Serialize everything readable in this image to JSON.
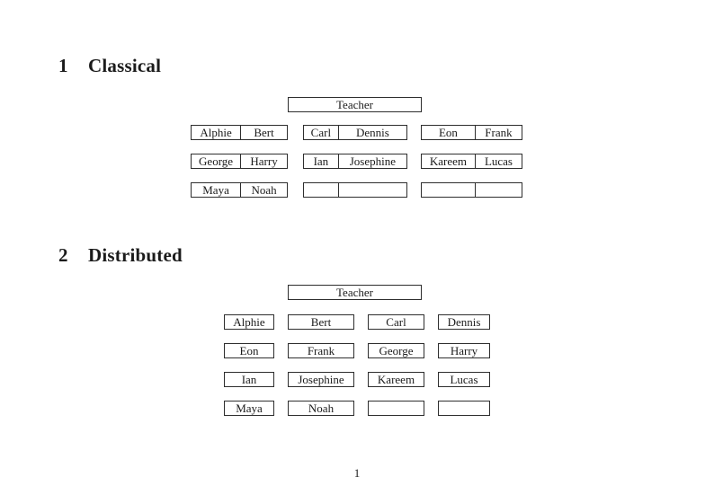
{
  "colors": {
    "text": "#1b1b1b",
    "border": "#2e2e2e",
    "background": "#ffffff"
  },
  "sections": [
    {
      "number": "1",
      "title": "Classical",
      "teacher_label": "Teacher",
      "desk_rows": [
        [
          [
            "Alphie",
            "Bert"
          ],
          [
            "Carl",
            "Dennis"
          ],
          [
            "Eon",
            "Frank"
          ]
        ],
        [
          [
            "George",
            "Harry"
          ],
          [
            "Ian",
            "Josephine"
          ],
          [
            "Kareem",
            "Lucas"
          ]
        ],
        [
          [
            "Maya",
            "Noah"
          ],
          [
            "",
            ""
          ],
          [
            "",
            ""
          ]
        ]
      ]
    },
    {
      "number": "2",
      "title": "Distributed",
      "teacher_label": "Teacher",
      "seat_rows": [
        [
          "Alphie",
          "Bert",
          "Carl",
          "Dennis"
        ],
        [
          "Eon",
          "Frank",
          "George",
          "Harry"
        ],
        [
          "Ian",
          "Josephine",
          "Kareem",
          "Lucas"
        ],
        [
          "Maya",
          "Noah",
          "",
          ""
        ]
      ]
    }
  ],
  "page_number": "1"
}
